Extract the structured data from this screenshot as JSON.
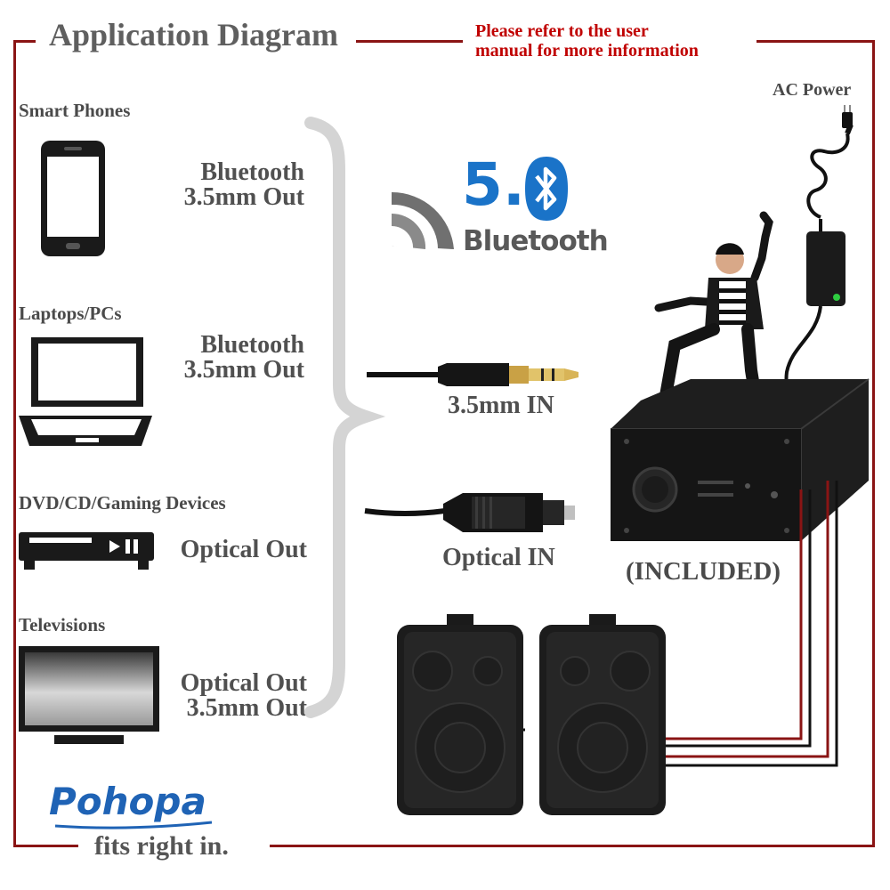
{
  "header": {
    "title": "Application Diagram",
    "notice_line1": "Please refer to the user",
    "notice_line2": "manual for more information"
  },
  "sources": [
    {
      "category": "Smart Phones",
      "icon": "smartphone-icon",
      "outputs": [
        "Bluetooth",
        "3.5mm Out"
      ]
    },
    {
      "category": "Laptops/PCs",
      "icon": "laptop-icon",
      "outputs": [
        "Bluetooth",
        "3.5mm Out"
      ]
    },
    {
      "category": "DVD/CD/Gaming Devices",
      "icon": "dvd-player-icon",
      "outputs": [
        "Optical Out"
      ]
    },
    {
      "category": "Televisions",
      "icon": "television-icon",
      "outputs": [
        "Optical Out",
        "3.5mm Out"
      ]
    }
  ],
  "inputs": {
    "bluetooth_version": "5.0",
    "bluetooth_label": "Bluetooth",
    "aux_label": "3.5mm IN",
    "optical_label": "Optical IN"
  },
  "amplifier": {
    "included_label": "(INCLUDED)",
    "power_label": "AC Power"
  },
  "brand": {
    "name": "Pohopa",
    "tagline": "fits right in."
  },
  "colors": {
    "frame": "#8a1414",
    "brand": "#1f63b5",
    "bluetooth": "#1a73c8",
    "notice": "#c00000"
  }
}
